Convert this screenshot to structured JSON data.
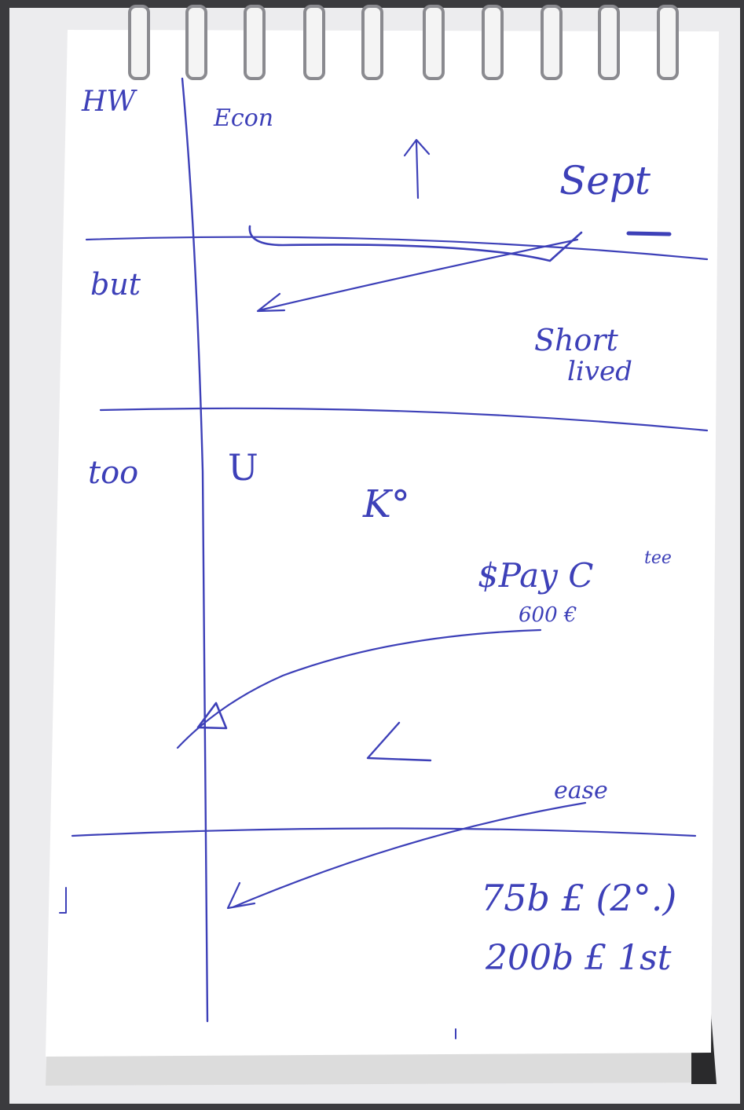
{
  "notebook": {
    "left_column": {
      "hw": "HW",
      "but": "but",
      "too": "too"
    },
    "sections": {
      "econ": "Econ",
      "sept": "Sept",
      "short_lived_line1": "Short",
      "short_lived_line2": "lived",
      "u_mark": "U",
      "k_degree": "K°",
      "pay_line1": "$Pay C",
      "pay_superscript": "tee",
      "pay_line2": "600 €",
      "ease": "ease",
      "money_line1": "75b £ (2°.)",
      "money_line2": "200b £ 1st"
    },
    "ink_color": "#3d40b8",
    "paper_color": "#ffffff"
  }
}
